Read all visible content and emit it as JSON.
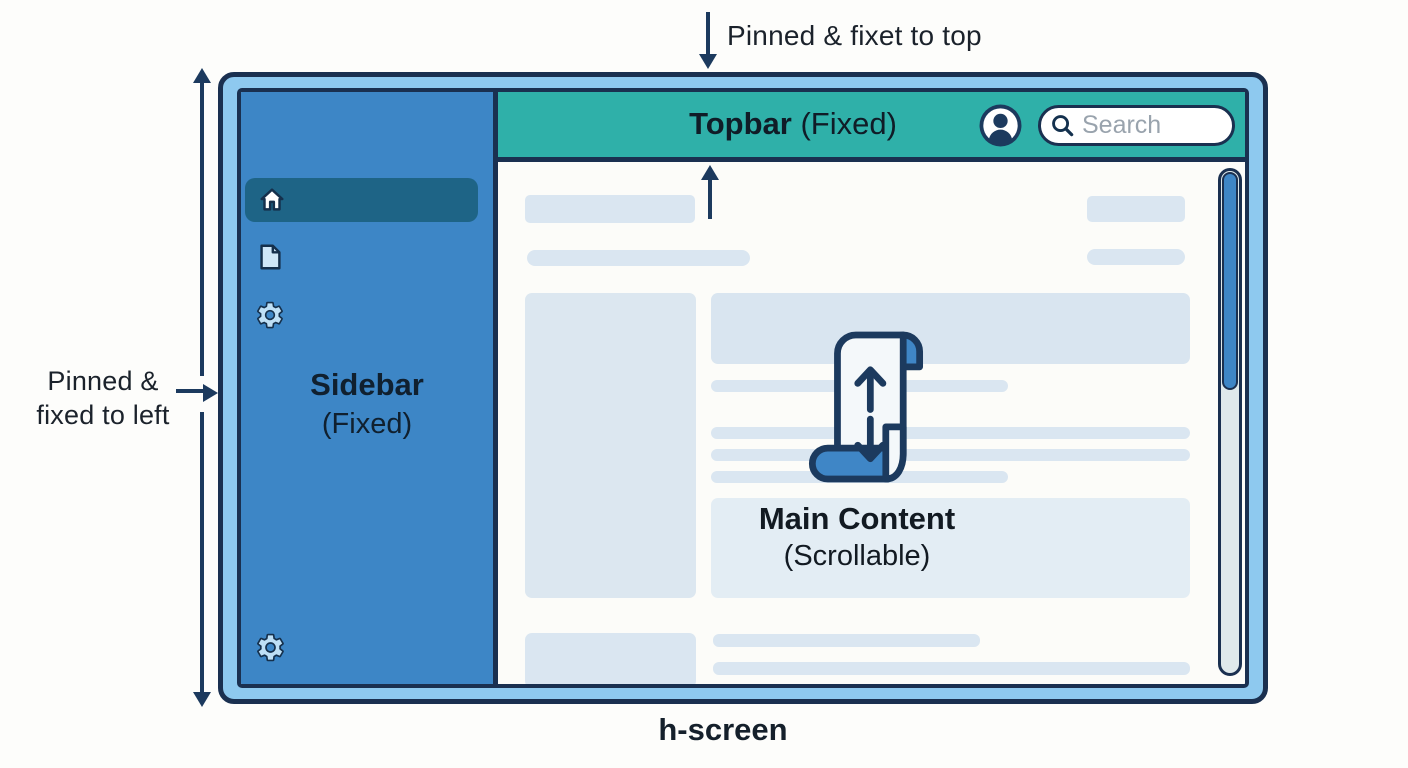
{
  "annotations": {
    "top": "Pinned & fixet to top",
    "left_line1": "Pinned &",
    "left_line2": "fixed to left",
    "bottom": "h-screen"
  },
  "window": {
    "sidebar": {
      "title_bold": "Sidebar",
      "title_paren": "(Fixed)",
      "nav_icons": [
        "home-icon",
        "document-icon",
        "gear-icon"
      ],
      "bottom_icon": "gear-icon",
      "active_item_index": 0
    },
    "topbar": {
      "title_bold": "Topbar",
      "title_paren": " (Fixed)",
      "icons": [
        "user-avatar-icon",
        "search-icon"
      ],
      "search_placeholder": "Search"
    },
    "main": {
      "title_bold": "Main Content",
      "title_paren": "(Scrollable)",
      "center_icon": "scroll-icon"
    }
  },
  "colors": {
    "frame_fill": "#8ec9ef",
    "border_navy": "#1a3050",
    "arrow_navy": "#1c3a5e",
    "sidebar_blue": "#3d86c6",
    "sidebar_active": "#1e6486",
    "topbar_teal": "#2fb0a9",
    "placeholder": "#dae6f1",
    "scrollbar_thumb": "#3e86c6",
    "scrollbar_track": "#dfe9eb",
    "paper_white": "#f4f8fa"
  }
}
